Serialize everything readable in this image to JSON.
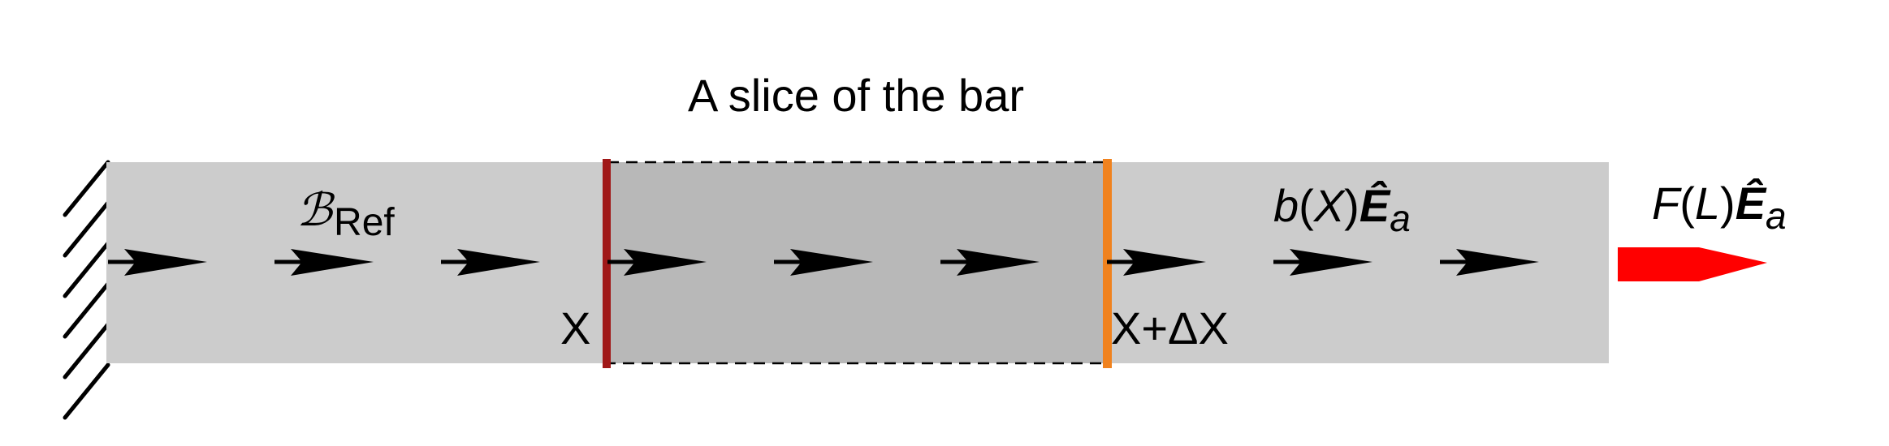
{
  "title": "A slice of the bar",
  "labels": {
    "body_region": "ℬ",
    "body_region_sub": "Ref",
    "slice_start": "X",
    "slice_end": "X+ΔX",
    "body_force": {
      "func": "b",
      "arg": "X",
      "vec": "Ê",
      "sub": "a"
    },
    "end_force": {
      "func": "F",
      "arg": "L",
      "vec": "Ê",
      "sub": "a"
    }
  },
  "colors": {
    "bar": "#cccccc",
    "slice": "#b8b8b8",
    "left_edge": "#a01818",
    "right_edge": "#f0821e",
    "end_force_arrow": "#ff0000",
    "arrows": "#000000"
  },
  "body_force_arrow_count": 9
}
